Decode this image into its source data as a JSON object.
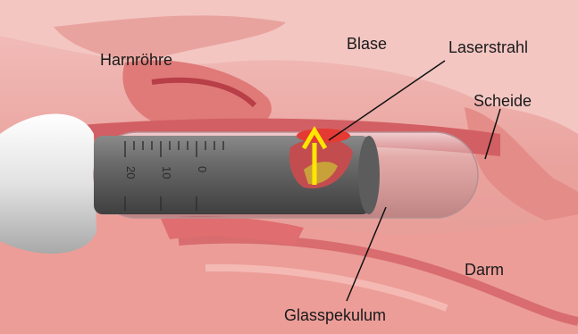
{
  "labels": {
    "harnroehre": "Harnröhre",
    "blase": "Blase",
    "laserstrahl": "Laserstrahl",
    "scheide": "Scheide",
    "darm": "Darm",
    "glasspekulum": "Glasspekulum"
  },
  "speculum_scale": [
    "20",
    "10",
    "0"
  ],
  "colors": {
    "tissue_light": "#f1b7b3",
    "tissue_mid": "#e8948f",
    "tissue_dark": "#c9525a",
    "laser_arrow": "#ffe600",
    "speculum_gray": "#6e6e6e",
    "handle": "#e6e6e6"
  }
}
